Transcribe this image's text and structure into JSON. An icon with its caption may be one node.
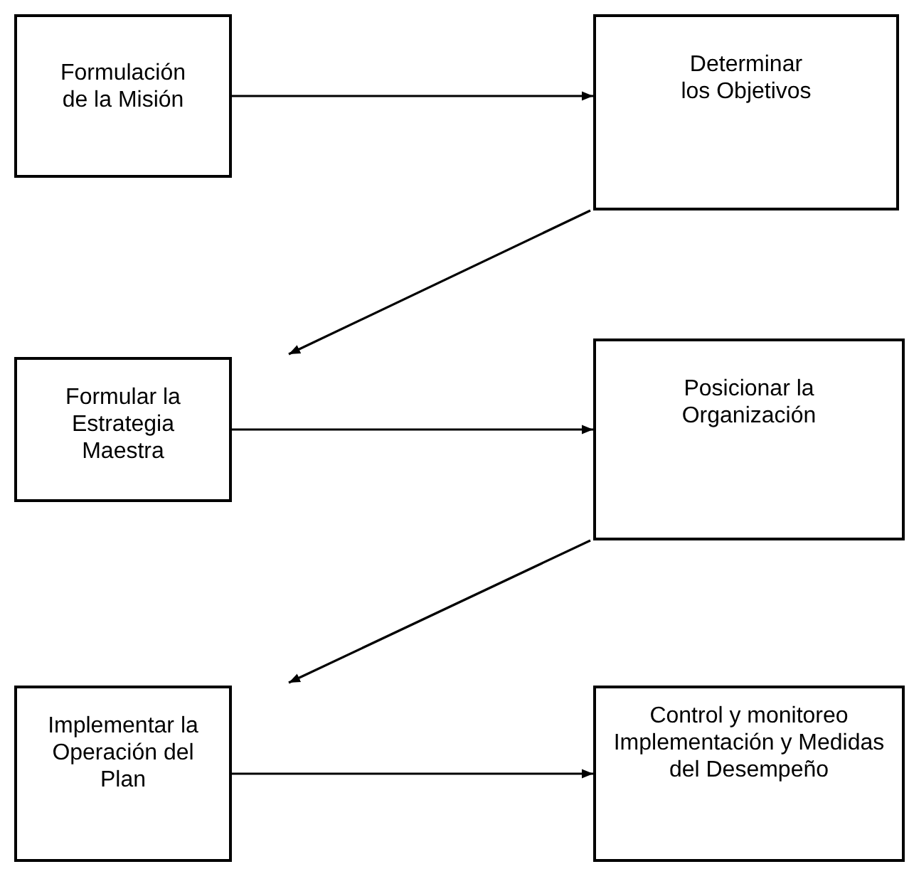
{
  "diagram": {
    "nodes": [
      {
        "text": [
          "Formulación de la Misión"
        ]
      },
      {
        "text": [
          "Determinar los Objetivos"
        ]
      },
      {
        "text": [
          "Formular la Estrategia Maestra"
        ]
      },
      {
        "text": [
          "Posicionar la Organización"
        ]
      },
      {
        "text": [
          "Implementar la Operación del Plan"
        ]
      },
      {
        "text": [
          "Control y monitoreo Implementación y Medidas del Desempeño"
        ]
      }
    ],
    "edges": [
      {
        "from": 0,
        "to": 1,
        "arrow": "to"
      },
      {
        "from": 1,
        "to": 2,
        "arrow": "to"
      },
      {
        "from": 2,
        "to": 3,
        "arrow": "to"
      },
      {
        "from": 3,
        "to": 4,
        "arrow": "to"
      },
      {
        "from": 4,
        "to": 5,
        "arrow": "to"
      }
    ]
  }
}
